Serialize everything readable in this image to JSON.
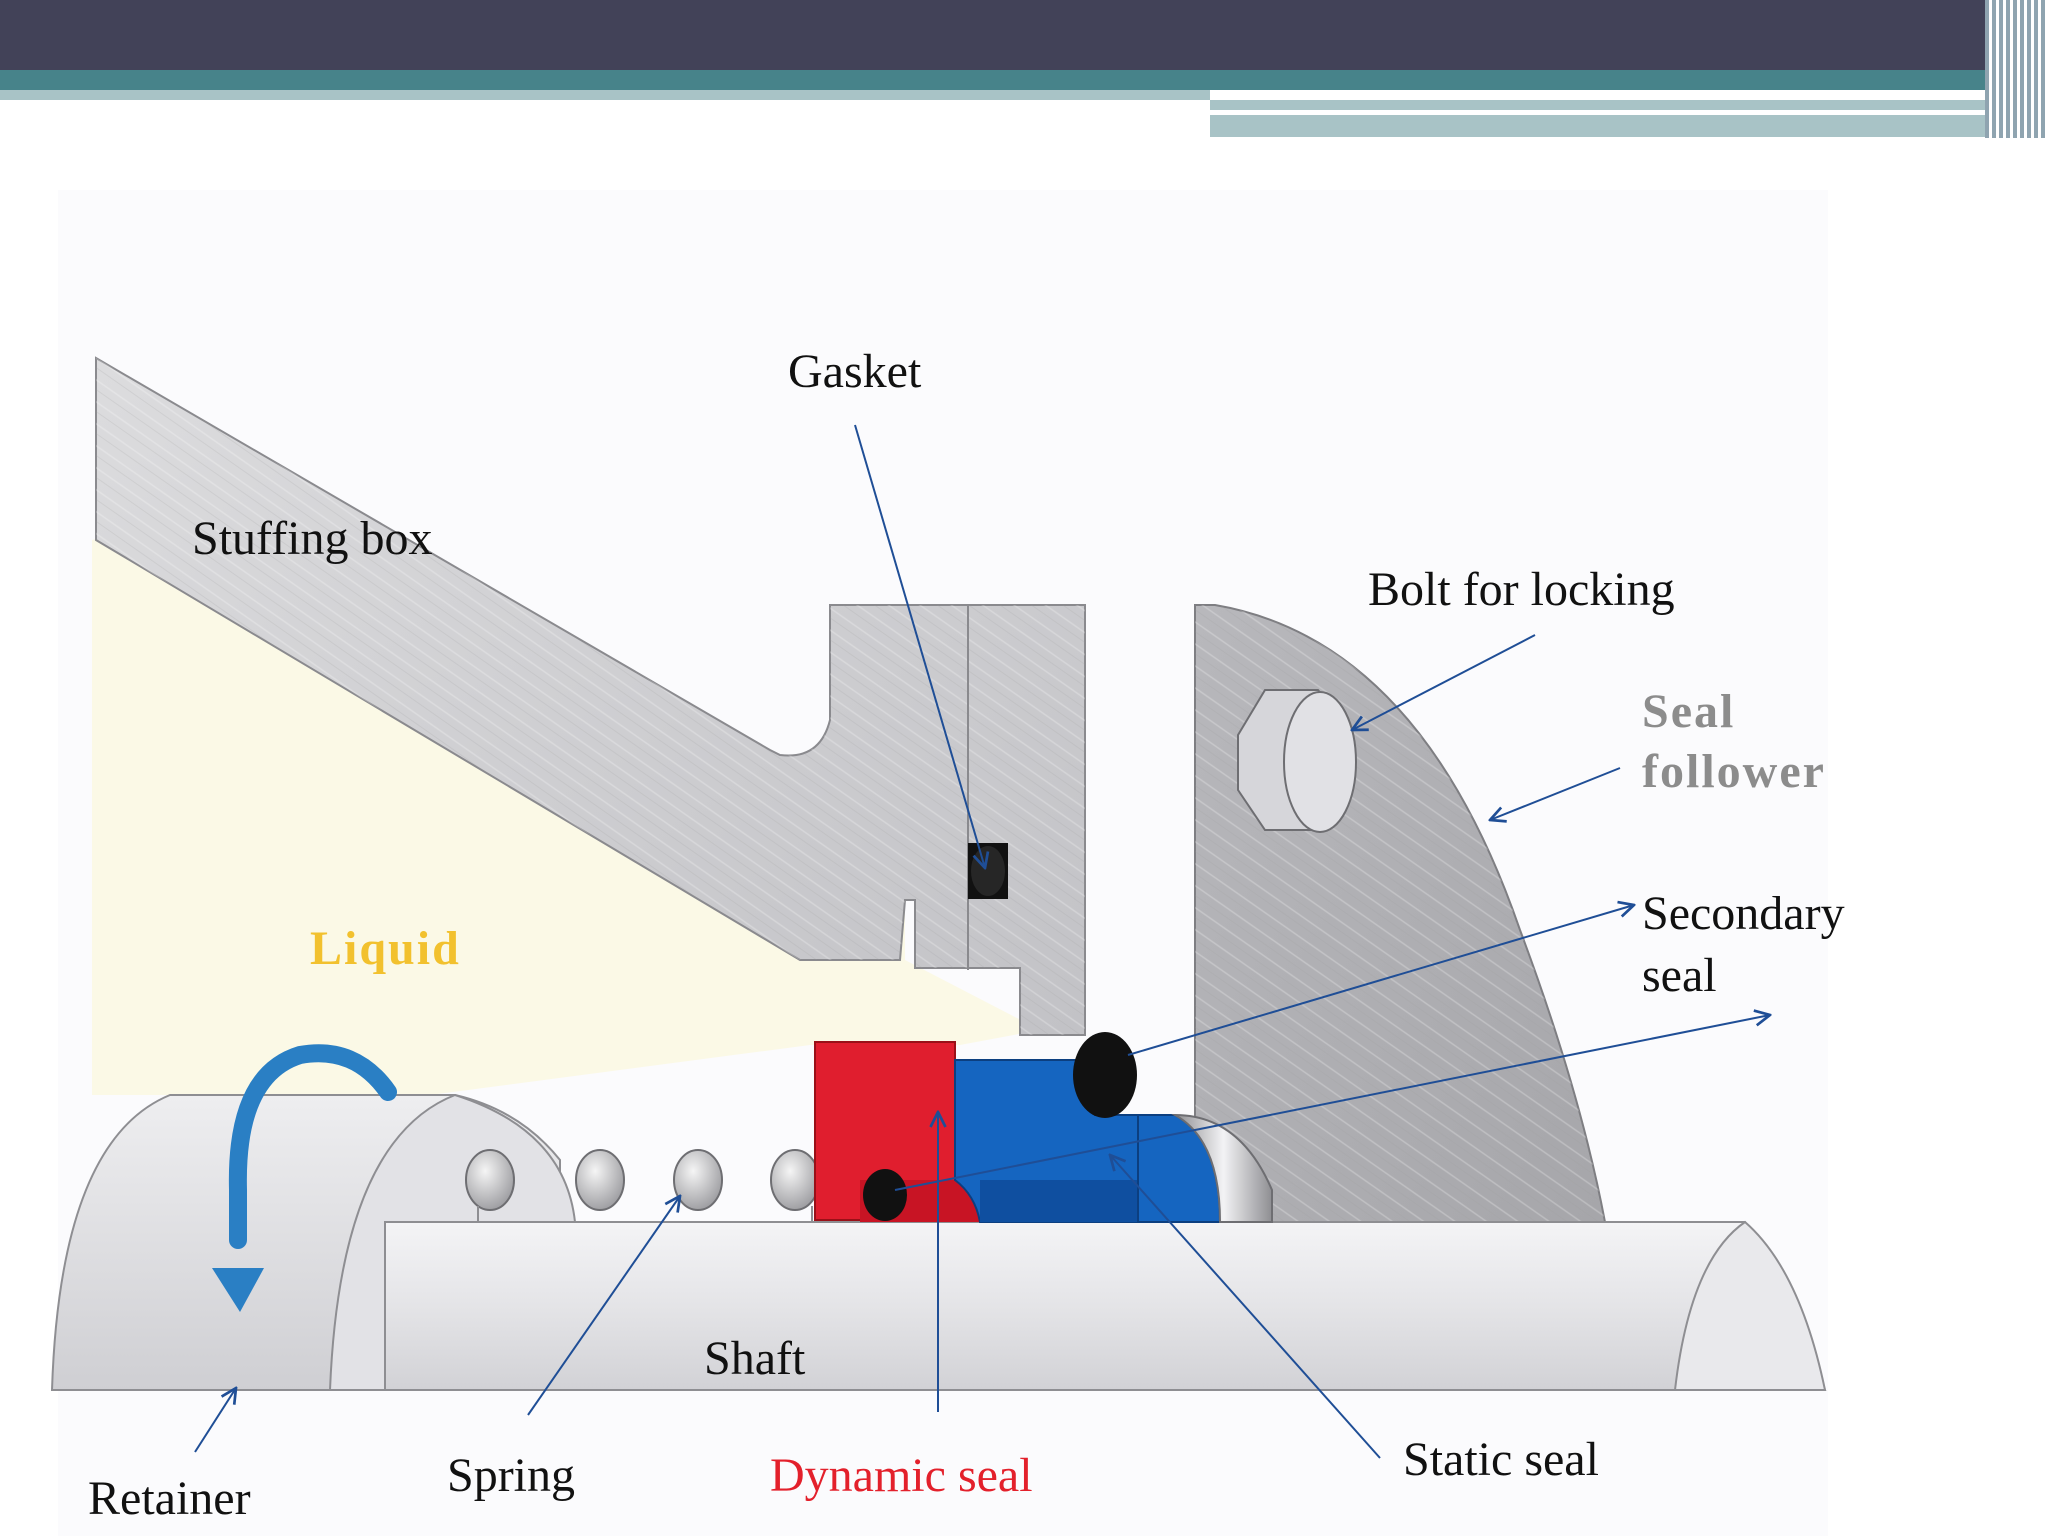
{
  "labels": {
    "gasket": "Gasket",
    "stuffing_box": "Stuffing box",
    "bolt_for_locking": "Bolt for locking",
    "seal_follower_line1": "Seal",
    "seal_follower_line2": "follower",
    "secondary_seal_line1": "Secondary",
    "secondary_seal_line2": "seal",
    "liquid": "Liquid",
    "shaft": "Shaft",
    "retainer": "Retainer",
    "spring": "Spring",
    "dynamic_seal": "Dynamic seal",
    "static_seal": "Static seal"
  },
  "colors": {
    "header_bar": "#424258",
    "header_teal": "#47838a",
    "header_light": "#a8c3c6",
    "liquid_text": "#f2c12e",
    "seal_follower_text": "#8c8c8c",
    "dynamic_seal_text": "#e3202b",
    "leader_line": "#1f4e96",
    "red_part": "#e01e2e",
    "blue_part": "#1565c0",
    "metal": "#d4d4d6",
    "liquid_fill": "#fbf9e6"
  }
}
